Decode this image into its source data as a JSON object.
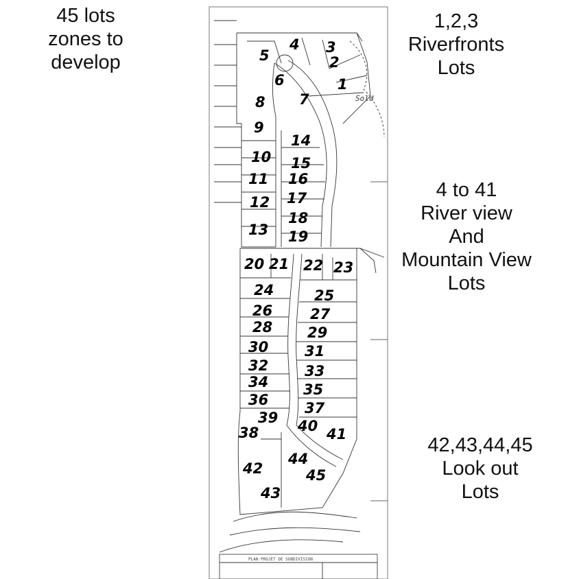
{
  "annotations": {
    "left": [
      "45 lots",
      "zones to",
      "develop"
    ],
    "riverfront": [
      "1,2,3",
      "Riverfronts",
      "Lots"
    ],
    "view": [
      "4 to 41",
      "River view",
      "And",
      "Mountain View",
      "Lots"
    ],
    "lookout": [
      "42,43,44,45",
      "Look out",
      "Lots"
    ]
  },
  "plan": {
    "title": "PLAN PROJET DE SUBDIVISION",
    "sold_label": "Sold",
    "lot_numbers": [
      "1",
      "2",
      "3",
      "4",
      "5",
      "6",
      "7",
      "8",
      "9",
      "10",
      "11",
      "12",
      "13",
      "14",
      "15",
      "16",
      "17",
      "18",
      "19",
      "20",
      "21",
      "22",
      "23",
      "24",
      "25",
      "26",
      "27",
      "28",
      "29",
      "30",
      "31",
      "32",
      "33",
      "34",
      "35",
      "36",
      "37",
      "38",
      "39",
      "40",
      "41",
      "42",
      "43",
      "44",
      "45"
    ]
  }
}
